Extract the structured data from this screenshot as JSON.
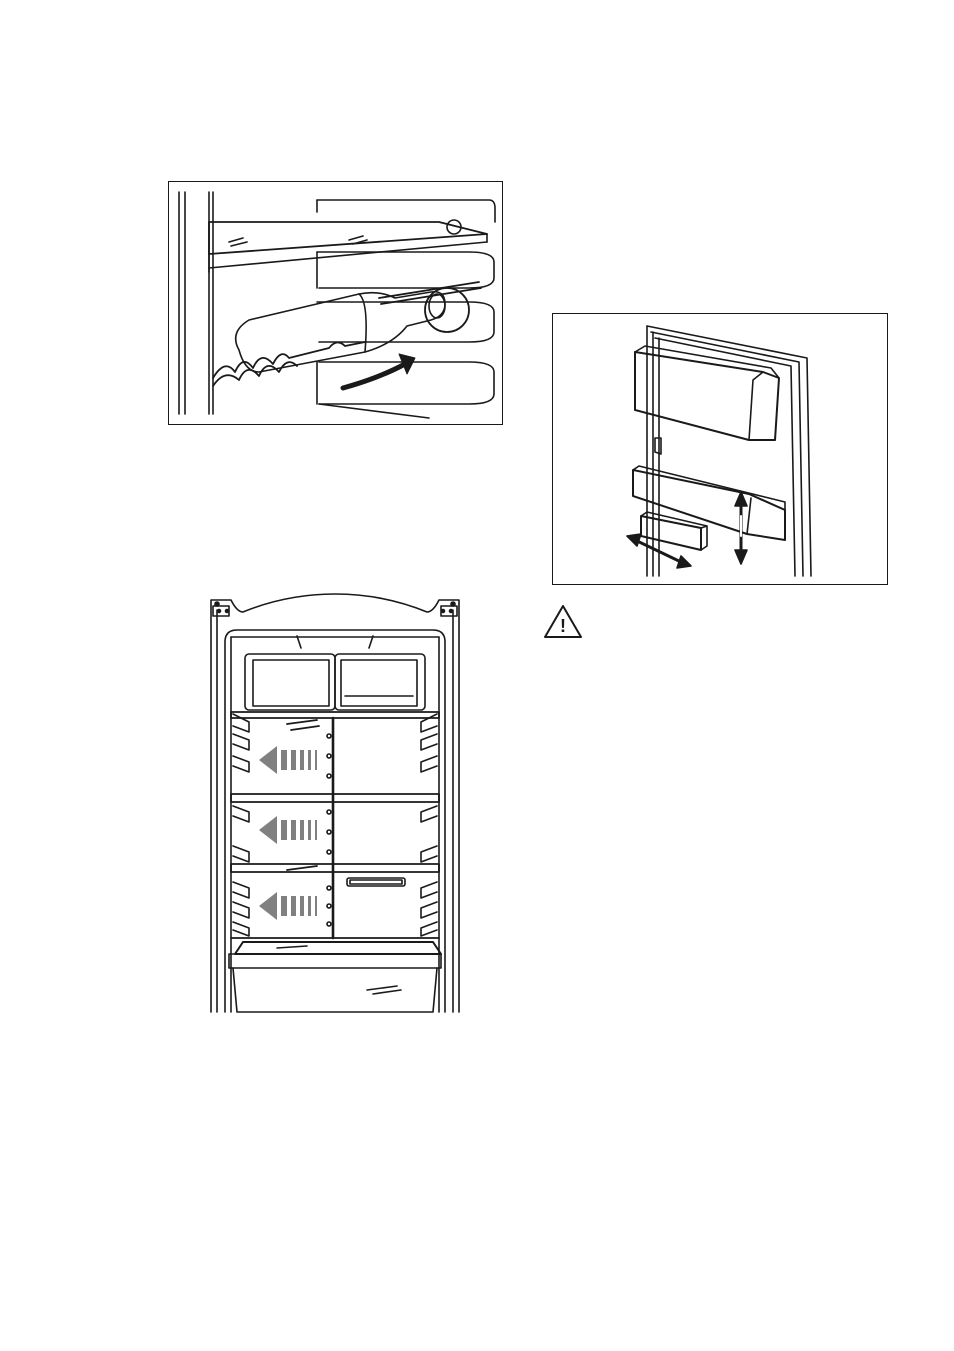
{
  "page": {
    "background": "#ffffff",
    "line_color": "#1a1a1a",
    "arrow_color": "#808080"
  },
  "figures": [
    {
      "id": "bottle-rack",
      "icons": [
        "bottle-icon",
        "curved-arrow-icon"
      ]
    },
    {
      "id": "door-bins",
      "icons": [
        "double-arrow-horizontal-icon",
        "double-arrow-vertical-icon"
      ]
    },
    {
      "id": "fridge-interior",
      "icons": [
        "airflow-arrow-icon"
      ]
    }
  ],
  "warning": {
    "icon": "warning-triangle-icon",
    "glyph": "!"
  }
}
